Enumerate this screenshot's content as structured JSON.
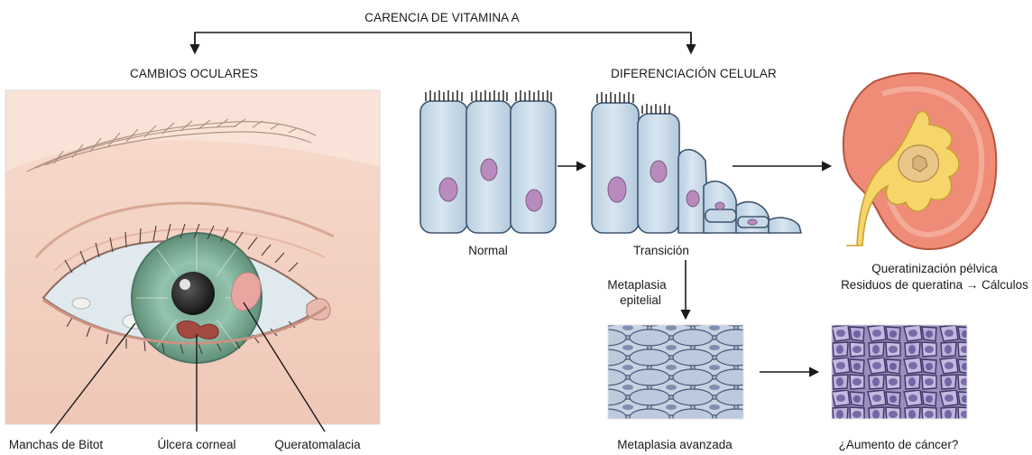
{
  "title": "CARENCIA DE VITAMINA A",
  "branches": {
    "left": "CAMBIOS OCULARES",
    "right": "DIFERENCIACIÓN CELULAR"
  },
  "eye_labels": {
    "bitot": "Manchas de Bitot",
    "ulcer": "Úlcera corneal",
    "keratomalacia": "Queratomalacia"
  },
  "cells": {
    "normal": "Normal",
    "transition": "Transición",
    "metaplasia_line1": "Metaplasia",
    "metaplasia_line2": "epitelial",
    "advanced": "Metaplasia avanzada",
    "cancer": "¿Aumento de cáncer?"
  },
  "kidney": {
    "line1": "Queratinización pélvica",
    "line2": "Residuos de queratina → Cálculos"
  },
  "colors": {
    "skin": "#f4d3c4",
    "iris": "#8fbfa8",
    "cell": "#c9dbe8",
    "nucleus": "#b98bbd",
    "kidney": "#ee8c78",
    "pelvis": "#f6d56a"
  }
}
